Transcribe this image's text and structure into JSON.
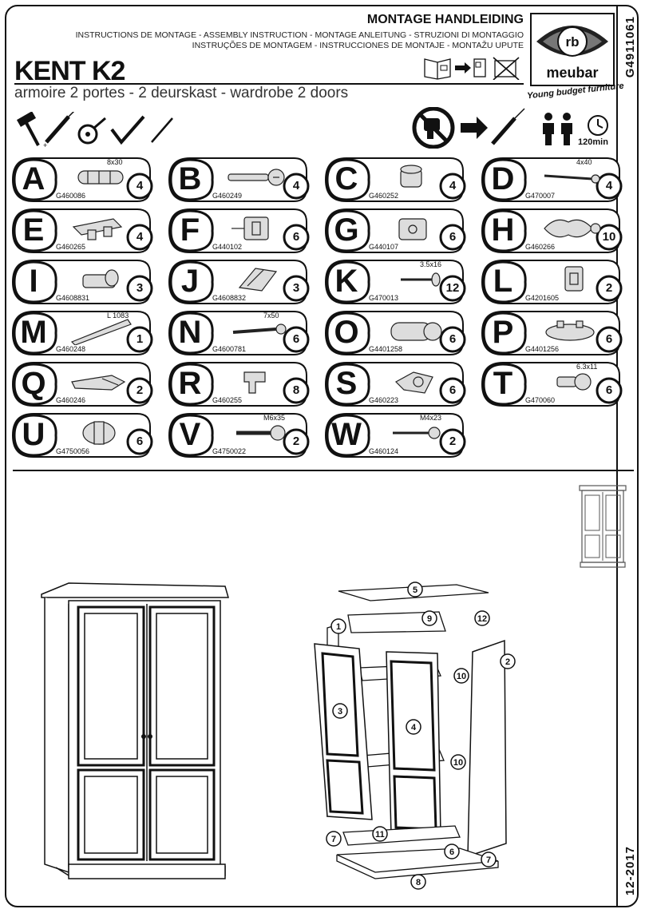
{
  "header": {
    "title": "MONTAGE HANDLEIDING",
    "languages_line1": "INSTRUCTIONS DE MONTAGE - ASSEMBLY INSTRUCTION - MONTAGE ANLEITUNG - STRUZIONI DI MONTAGGIO",
    "languages_line2": "INSTRUÇÕES DE MONTAGEM - INSTRUCCIONES DE MONTAJE - MONTAŽU UPUTE",
    "model": "KENT K2",
    "description": "armoire 2 portes - 2 deurskast - wardrobe 2 doors"
  },
  "brand": {
    "name": "meubar",
    "monogram": "rb",
    "tagline": "Young budget furniture"
  },
  "side": {
    "doc_code": "G4911061",
    "date": "12-2017"
  },
  "info": {
    "assembly_time": "120min"
  },
  "parts": [
    {
      "letter": "A",
      "code": "G460086",
      "qty": "4",
      "dim": "8x30",
      "icon": "dowel-icon"
    },
    {
      "letter": "B",
      "code": "G460249",
      "qty": "4",
      "dim": "",
      "icon": "connector-bolt-icon"
    },
    {
      "letter": "C",
      "code": "G460252",
      "qty": "4",
      "dim": "",
      "icon": "cam-lock-icon"
    },
    {
      "letter": "D",
      "code": "G470007",
      "qty": "4",
      "dim": "4x40",
      "icon": "wood-screw-icon"
    },
    {
      "letter": "E",
      "code": "G460265",
      "qty": "4",
      "dim": "",
      "icon": "shelf-connector-icon"
    },
    {
      "letter": "F",
      "code": "G440102",
      "qty": "6",
      "dim": "",
      "icon": "hinge-icon"
    },
    {
      "letter": "G",
      "code": "G440107",
      "qty": "6",
      "dim": "",
      "icon": "hinge-plate-icon"
    },
    {
      "letter": "H",
      "code": "G460266",
      "qty": "10",
      "dim": "",
      "icon": "expansion-plug-icon"
    },
    {
      "letter": "I",
      "code": "G4608831",
      "qty": "3",
      "dim": "",
      "icon": "rail-holder-icon"
    },
    {
      "letter": "J",
      "code": "G4608832",
      "qty": "3",
      "dim": "",
      "icon": "rail-support-icon"
    },
    {
      "letter": "K",
      "code": "G470013",
      "qty": "12",
      "dim": "3.5x16",
      "icon": "short-screw-icon"
    },
    {
      "letter": "L",
      "code": "G4201605",
      "qty": "2",
      "dim": "",
      "icon": "door-catch-icon"
    },
    {
      "letter": "M",
      "code": "G460248",
      "qty": "1",
      "dim": "L 1083",
      "icon": "hanging-rail-icon"
    },
    {
      "letter": "N",
      "code": "G4600781",
      "qty": "6",
      "dim": "7x50",
      "icon": "long-screw-icon"
    },
    {
      "letter": "O",
      "code": "G4401258",
      "qty": "6",
      "dim": "",
      "icon": "cam-cylinder-icon"
    },
    {
      "letter": "P",
      "code": "G4401256",
      "qty": "6",
      "dim": "",
      "icon": "cover-cap-icon"
    },
    {
      "letter": "Q",
      "code": "G460246",
      "qty": "2",
      "dim": "",
      "icon": "clamp-bracket-icon"
    },
    {
      "letter": "R",
      "code": "G460255",
      "qty": "8",
      "dim": "",
      "icon": "shelf-pin-icon"
    },
    {
      "letter": "S",
      "code": "G460223",
      "qty": "6",
      "dim": "",
      "icon": "eccentric-clip-icon"
    },
    {
      "letter": "T",
      "code": "G470060",
      "qty": "6",
      "dim": "6.3x11",
      "icon": "flange-screw-icon"
    },
    {
      "letter": "U",
      "code": "G4750056",
      "qty": "6",
      "dim": "",
      "icon": "cam-housing-icon"
    },
    {
      "letter": "V",
      "code": "G4750022",
      "qty": "2",
      "dim": "M6x35",
      "icon": "machine-screw-icon"
    },
    {
      "letter": "W",
      "code": "G460124",
      "qty": "2",
      "dim": "M4x23",
      "icon": "small-machine-screw-icon"
    }
  ],
  "exploded_labels": [
    "1",
    "2",
    "3",
    "4",
    "5",
    "6",
    "7",
    "7",
    "8",
    "9",
    "10",
    "10",
    "11",
    "12"
  ]
}
